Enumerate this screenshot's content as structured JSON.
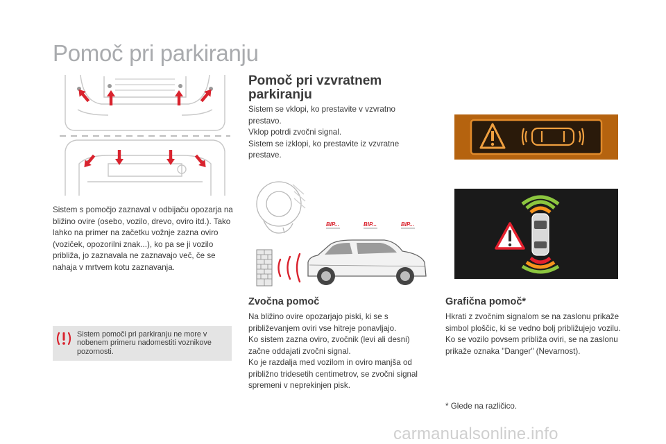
{
  "page": {
    "title": "Pomoč pri parkiranju"
  },
  "reverse": {
    "heading": "Pomoč pri vzvratnem parkiranju",
    "lines": [
      "Sistem se vklopi, ko prestavite v vzvratno prestavo.",
      "Vklop potrdi zvočni signal.",
      "Sistem se izklopi, ko prestavite iz vzvratne prestave."
    ]
  },
  "intro": {
    "text": "Sistem s pomočjo zaznaval v odbijaču opozarja na bližino ovire (osebo, vozilo, drevo, oviro itd.). Tako lahko na primer na začetku vožnje zazna oviro (voziček, opozorilni znak...), ko pa se ji vozilo približa, jo zaznavala ne zaznavajo več, če se nahaja v mrtvem kotu zaznavanja."
  },
  "warning": {
    "text": "Sistem pomoči pri parkiranju ne more v nobenem primeru nadomestiti voznikove pozornosti.",
    "icon": "warning-exclamation-icon"
  },
  "sound": {
    "heading": "Zvočna pomoč",
    "lines": [
      "Na bližino ovire opozarjajo piski, ki se s približevanjem oviri vse hitreje ponavljajo.",
      "Ko sistem zazna oviro, zvočnik (levi ali desni) začne oddajati zvočni signal.",
      "Ko je razdalja med vozilom in oviro manjša od približno tridesetih centimetrov, se zvočni signal spremeni v neprekinjen pisk."
    ]
  },
  "graphic": {
    "heading": "Grafična pomoč*",
    "lines": [
      "Hkrati z zvočnim signalom se na zaslonu prikaže simbol ploščic, ki se vedno bolj približujejo vozilu.",
      "Ko se vozilo povsem približa oviri, se na zaslonu prikaže oznaka \"Danger\" (Nevarnost)."
    ]
  },
  "footnote": "* Glede na različico.",
  "illustration": {
    "beeps": [
      "BIP...",
      "BIP...",
      "BIP..."
    ]
  },
  "watermark": "carmanualsonline.info",
  "colors": {
    "arrow_red": "#d9232e",
    "panel_orange": "#b5630f",
    "display_dark": "#1a1a1a",
    "zone_green": "#8cc63f",
    "zone_orange": "#f7941d",
    "zone_red": "#e5202e"
  }
}
